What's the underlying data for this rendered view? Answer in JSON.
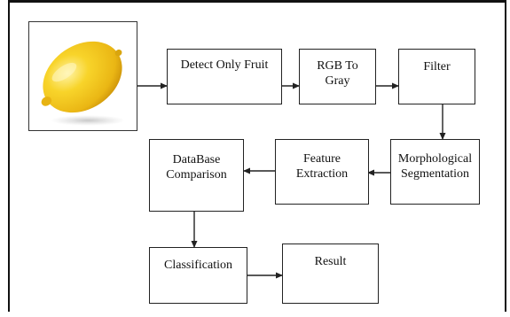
{
  "image": {
    "subject_icon": "lemon-photo",
    "lemon_color": "#f3c51b",
    "highlight_color": "#fff4a8"
  },
  "nodes": {
    "detect_fruit": {
      "lines": [
        "Detect Only Fruit"
      ]
    },
    "rgb_to_gray": {
      "lines": [
        "RGB To",
        "Gray"
      ]
    },
    "filter": {
      "lines": [
        "Filter"
      ]
    },
    "morph_seg": {
      "lines": [
        "Morphological",
        "Segmentation"
      ]
    },
    "feature_extraction": {
      "lines": [
        "Feature",
        "Extraction"
      ]
    },
    "database_comparison": {
      "lines": [
        "DataBase",
        "Comparison"
      ]
    },
    "classification": {
      "lines": [
        "Classification"
      ]
    },
    "result": {
      "lines": [
        "Result"
      ]
    }
  },
  "colors": {
    "line": "#222222",
    "border": "#111111"
  }
}
